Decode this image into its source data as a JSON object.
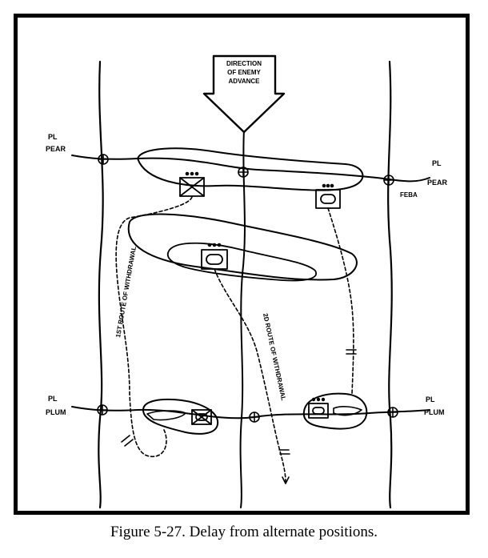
{
  "arrow": {
    "line1": "DIRECTION",
    "line2": "OF ENEMY",
    "line3": "ADVANCE"
  },
  "phase_lines": {
    "pear_left_1": "PL",
    "pear_left_2": "PEAR",
    "pear_right_1": "PL",
    "pear_right_2": "PEAR",
    "feba": "FEBA",
    "plum_left_1": "PL",
    "plum_left_2": "PLUM",
    "plum_right_1": "PL",
    "plum_right_2": "PLUM"
  },
  "routes": {
    "first": "1ST ROUTE OF WITHDRAWAL",
    "second": "2D ROUTE OF WITHDRAWAL"
  },
  "caption": "Figure 5-27.  Delay from alternate positions."
}
